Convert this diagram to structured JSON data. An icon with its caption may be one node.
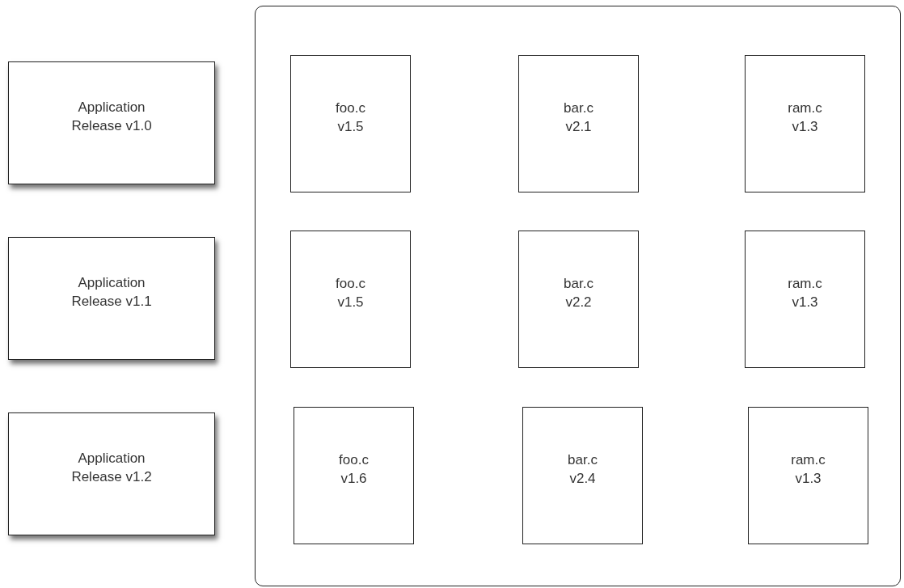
{
  "diagram": {
    "nodes": [
      {
        "text": [
          "Application Release v1.0"
        ]
      },
      {
        "text": [
          "Application Release v1.1"
        ]
      },
      {
        "text": [
          "Application Release v1.2"
        ]
      },
      {
        "text": [],
        "shape": "box"
      },
      {
        "text": [
          "foo.c v1.5"
        ],
        "in": 3
      },
      {
        "text": [
          "bar.c v2.1"
        ],
        "in": 3
      },
      {
        "text": [
          "ram.c v1.3"
        ],
        "in": 3
      },
      {
        "text": [
          "foo.c v1.5"
        ],
        "in": 3
      },
      {
        "text": [
          "bar.c v2.2"
        ],
        "in": 3
      },
      {
        "text": [
          "ram.c v1.3"
        ],
        "in": 3
      },
      {
        "text": [
          "foo.c v1.6"
        ],
        "in": 3
      },
      {
        "text": [
          "bar.c v2.4"
        ],
        "in": 3
      },
      {
        "text": [
          "ram.c v1.3"
        ],
        "in": 3
      }
    ]
  }
}
